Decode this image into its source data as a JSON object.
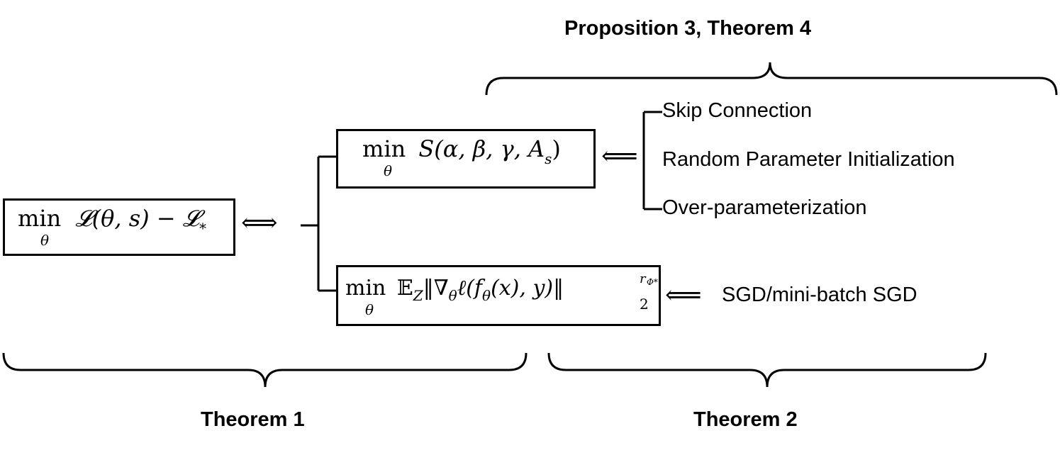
{
  "labels": {
    "top_brace": "Proposition 3, Theorem 4",
    "bottom_left_brace": "Theorem 1",
    "bottom_right_brace": "Theorem 2"
  },
  "boxes": {
    "main": {
      "min": "min",
      "sub": "θ",
      "expr": "𝓛(θ, s) − 𝓛",
      "expr_sub": "*"
    },
    "upper": {
      "min": "min",
      "sub": "θ",
      "expr": "S(α, β, γ, A",
      "expr_sub": "s",
      "expr_end": ")"
    },
    "lower": {
      "min": "min",
      "sub": "θ",
      "expr": "𝔼",
      "expr_sub": "Z",
      "expr_main": "‖∇",
      "expr_main_sub": "θ",
      "expr_rest": "ℓ(f",
      "expr_rest_sub": "θ",
      "expr_tail": "(x), y)‖",
      "norm_sub": "2",
      "norm_sup": "r",
      "norm_sup_sub": "Φ*"
    }
  },
  "arrows": {
    "equiv": "⟺",
    "implied_upper": "⟸",
    "implied_lower": "⟸"
  },
  "techniques": [
    "Skip Connection",
    "Random Parameter Initialization",
    "Over-parameterization"
  ],
  "sgd_label": "SGD/mini-batch SGD"
}
